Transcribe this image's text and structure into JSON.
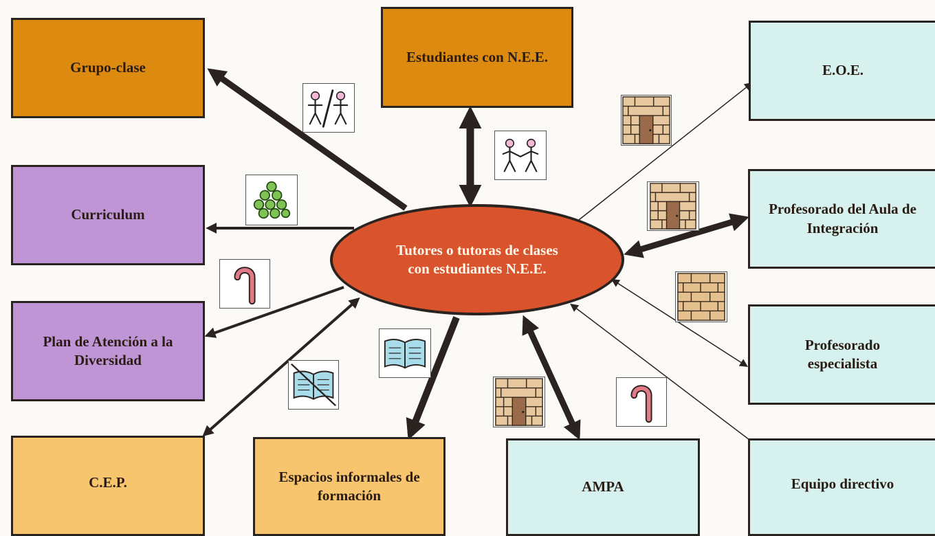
{
  "diagram": {
    "center": {
      "label": "Tutores o tutoras de clases con estudiantes N.E.E."
    },
    "nodes": {
      "grupo_clase": "Grupo-clase",
      "estudiantes_nee": "Estudiantes con N.E.E.",
      "eoe": "E.O.E.",
      "curriculum": "Curriculum",
      "profesorado_aula": "Profesorado del Aula de Integración",
      "plan_atencion": "Plan de Atención a la Diversidad",
      "profesorado_especialista": "Profesorado especialista",
      "cep": "C.E.P.",
      "espacios_informales": "Espacios informales de formación",
      "ampa": "AMPA",
      "equipo_directivo": "Equipo directivo"
    },
    "icons": [
      "people-separated-icon",
      "people-holding-hands-icon",
      "grapes-icon",
      "wall-with-door-icon",
      "walking-cane-icon",
      "brick-wall-icon",
      "open-book-icon",
      "crossed-out-book-icon"
    ],
    "colors": {
      "orange": "#dc8a10",
      "purple": "#bf95d6",
      "cyan": "#d7f2ee",
      "peach": "#f6c56d",
      "center": "#d9532c"
    }
  }
}
